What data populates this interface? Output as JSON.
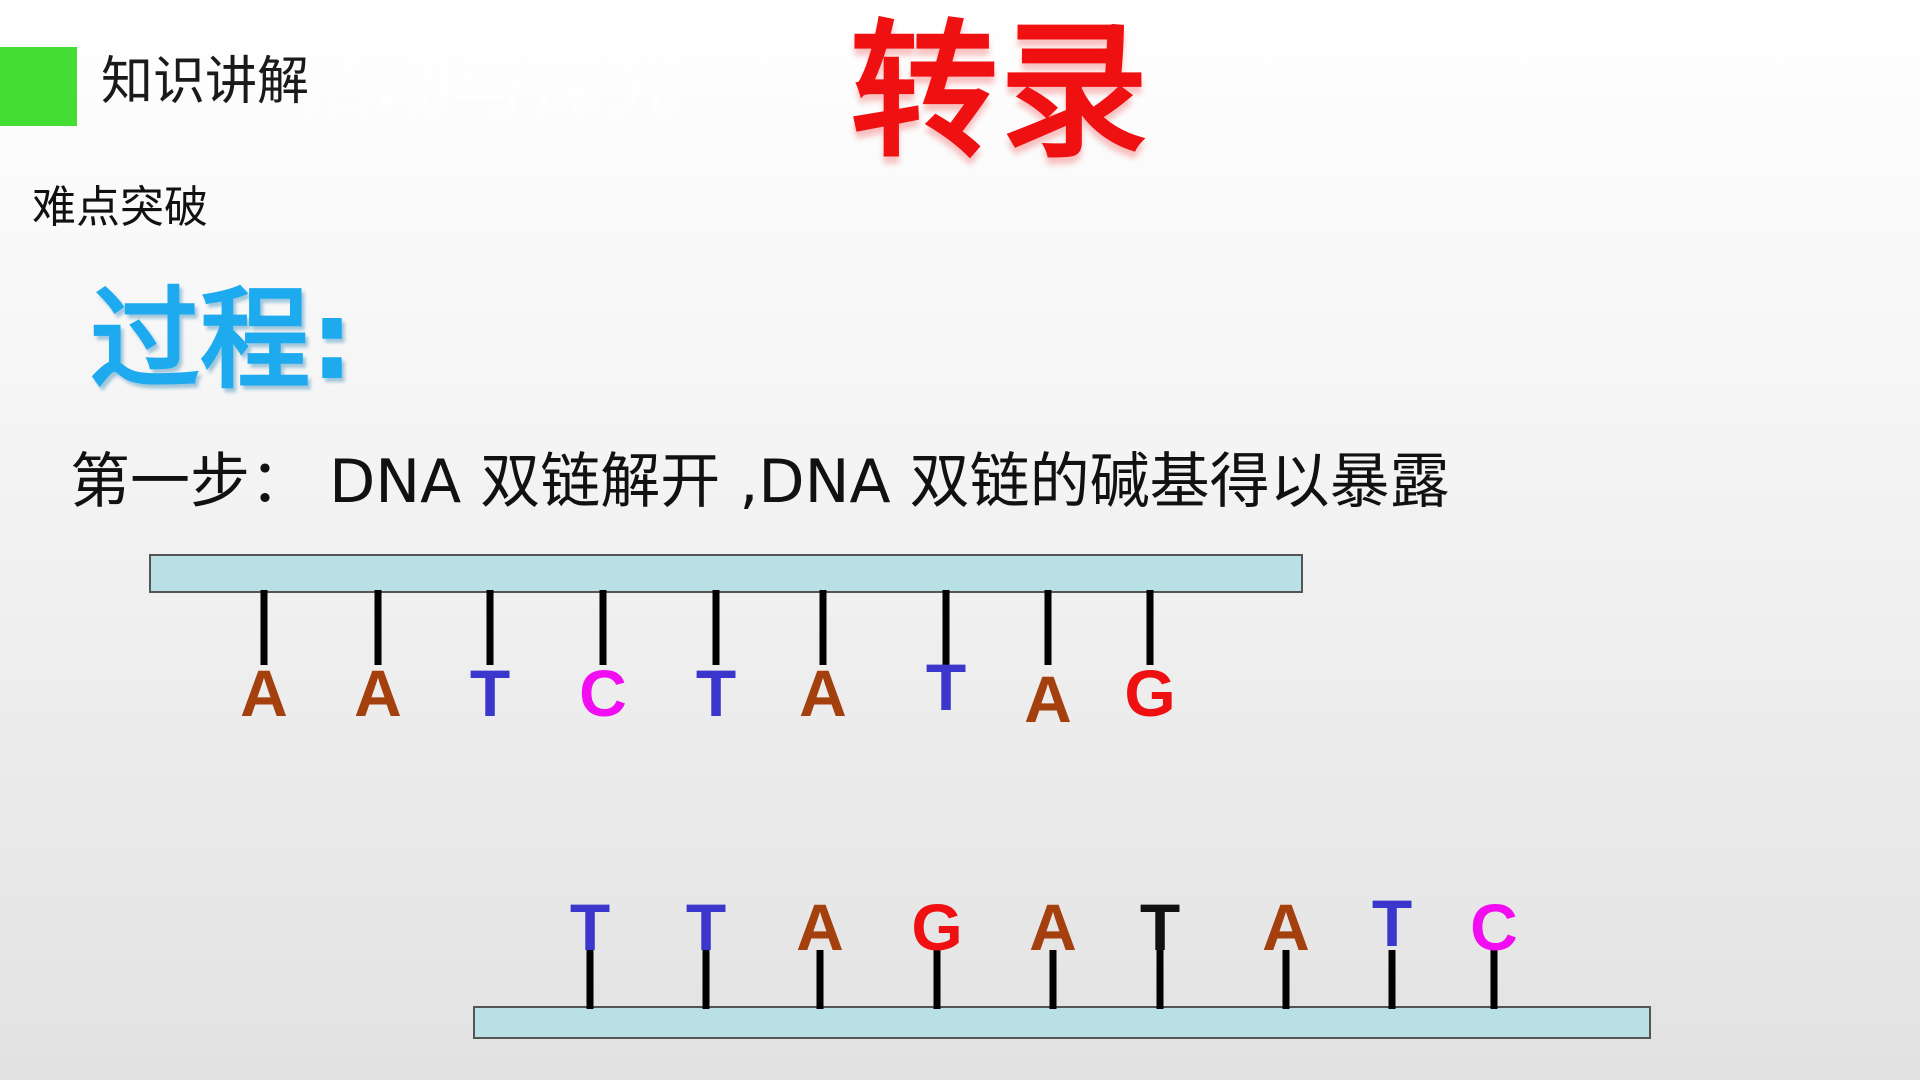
{
  "header": {
    "section_label": "知识讲解",
    "ghost_title": "活动与探究",
    "ghost_note": "（注意安全）",
    "topic_title": "转录"
  },
  "subsection": "难点突破",
  "process_heading": "过程:",
  "step1_text": "第一步： DNA 双链解开 ,DNA 双链的碱基得以暴露",
  "colors": {
    "accent_block": "#44dd33",
    "title_red": "#ef1111",
    "heading_blue": "#1eaaee",
    "strand_fill": "#b9e0e4",
    "A": "#a4400e",
    "T": "#3b37cc",
    "C": "#f20cf2",
    "G": "#ef1111",
    "T_dark": "#111111"
  },
  "dna": {
    "top_strand": {
      "bases": [
        "A",
        "A",
        "T",
        "C",
        "T",
        "A",
        "T",
        "A",
        "G"
      ]
    },
    "bottom_strand": {
      "bases": [
        "T",
        "T",
        "A",
        "G",
        "A",
        "T",
        "A",
        "T",
        "C"
      ]
    }
  }
}
